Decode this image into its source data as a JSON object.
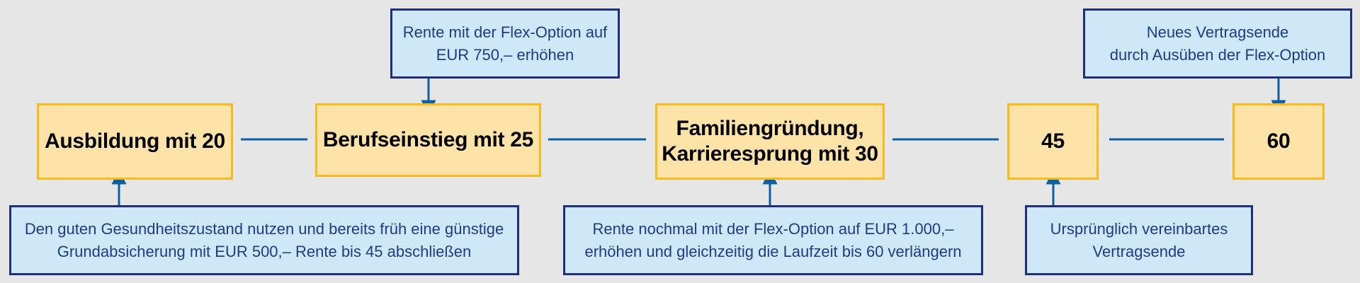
{
  "colors": {
    "background": "#e6e6e6",
    "milestone_fill": "#fde3a8",
    "milestone_border": "#f6bb21",
    "note_fill": "#cfe8f8",
    "note_border": "#1d2f7d",
    "note_text": "#1f3a86",
    "connector": "#0d5fa3"
  },
  "milestones": [
    {
      "label": "Ausbildung mit 20"
    },
    {
      "label": "Berufseinstieg mit 25"
    },
    {
      "label": "Familiengründung,\nKarrieresprung mit 30"
    },
    {
      "label": "45"
    },
    {
      "label": "60"
    }
  ],
  "notes": [
    {
      "text": "Rente mit der Flex-Option auf\nEUR 750,– erhöhen"
    },
    {
      "text": "Neues Vertragsende\ndurch Ausüben der Flex-Option"
    },
    {
      "text": "Den guten Gesundheitszustand nutzen und bereits früh eine günstige\nGrundabsicherung mit EUR 500,– Rente bis 45 abschließen"
    },
    {
      "text": "Rente nochmal mit der Flex-Option auf EUR 1.000,–\nerhöhen und gleichzeitig die Laufzeit bis 60 verlängern"
    },
    {
      "text": "Ursprünglich vereinbartes\nVertragsende"
    }
  ]
}
